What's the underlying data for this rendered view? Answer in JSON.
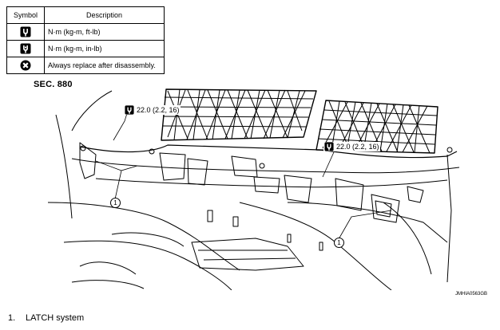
{
  "legend": {
    "header_symbol": "Symbol",
    "header_description": "Description",
    "rows": [
      {
        "icon": "torque-nm-kgm-ftlb-icon",
        "description": "N·m (kg-m, ft-lb)"
      },
      {
        "icon": "torque-nm-kgm-inlb-icon",
        "description": "N·m (kg-m, in-lb)"
      },
      {
        "icon": "always-replace-icon",
        "description": "Always replace after disassembly."
      }
    ]
  },
  "section_label": "SEC. 880",
  "torque_labels": [
    "22.0 (2.2, 16)",
    "22.0 (2.2, 16)"
  ],
  "callouts": [
    "1",
    "1"
  ],
  "figure_code": "JMHIA0563GB",
  "footnote": {
    "number": "1.",
    "text": "LATCH system"
  }
}
